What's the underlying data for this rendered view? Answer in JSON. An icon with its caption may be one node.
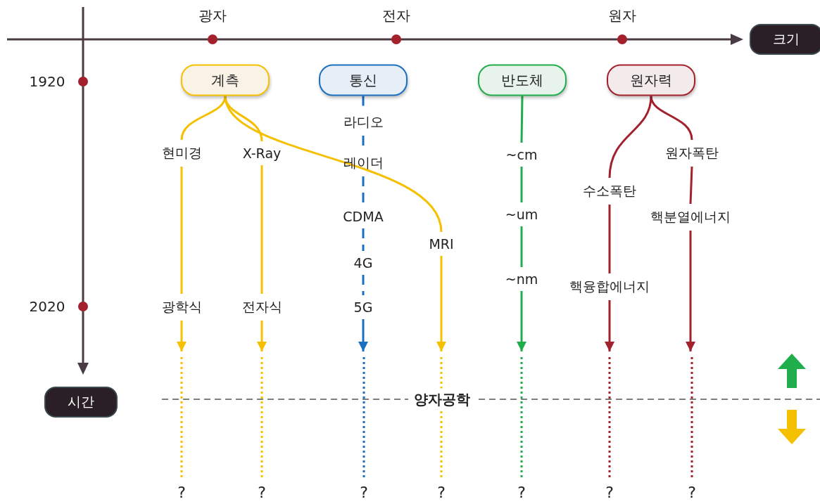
{
  "diagram": {
    "nodes": [
      {
        "text": [
          "크기"
        ]
      },
      {
        "text": [
          "계측"
        ]
      },
      {
        "text": [
          "통신"
        ]
      },
      {
        "text": [
          "반도체"
        ]
      },
      {
        "text": [
          "원자력"
        ]
      },
      {
        "text": [
          "라디오"
        ]
      },
      {
        "text": [
          "현미경"
        ]
      },
      {
        "text": [
          "X-Ray"
        ]
      },
      {
        "text": [
          "~cm"
        ]
      },
      {
        "text": [
          "원자폭탄"
        ]
      },
      {
        "text": [
          "레이더"
        ]
      },
      {
        "text": [
          "수소폭탄"
        ]
      },
      {
        "text": [
          "CDMA"
        ]
      },
      {
        "text": [
          "~um"
        ]
      },
      {
        "text": [
          "핵분열에너지"
        ]
      },
      {
        "text": [
          "MRI"
        ]
      },
      {
        "text": [
          "4G"
        ]
      },
      {
        "text": [
          "~nm"
        ]
      },
      {
        "text": [
          "핵융합에너지"
        ]
      },
      {
        "text": [
          "광학식"
        ]
      },
      {
        "text": [
          "전자식"
        ]
      },
      {
        "text": [
          "5G"
        ]
      },
      {
        "text": [
          "시간"
        ]
      },
      {
        "text": [
          "?"
        ]
      },
      {
        "text": [
          "?"
        ]
      },
      {
        "text": [
          "?"
        ]
      },
      {
        "text": [
          "?"
        ]
      },
      {
        "text": [
          "?"
        ]
      },
      {
        "text": [
          "?"
        ]
      },
      {
        "text": [
          "?"
        ]
      }
    ],
    "edges": [
      {
        "from": 1,
        "to": 6,
        "arrow": "none"
      },
      {
        "from": 6,
        "to": 19,
        "arrow": "none"
      },
      {
        "from": 19,
        "to": null,
        "arrow": "to"
      },
      {
        "from": null,
        "to": 23,
        "arrow": "none",
        "style": "dashed"
      },
      {
        "from": 1,
        "to": 7,
        "arrow": "none"
      },
      {
        "from": 7,
        "to": 20,
        "arrow": "none"
      },
      {
        "from": 20,
        "to": null,
        "arrow": "to"
      },
      {
        "from": null,
        "to": 24,
        "arrow": "none",
        "style": "dashed"
      },
      {
        "from": 1,
        "to": 15,
        "arrow": "none"
      },
      {
        "from": 15,
        "to": null,
        "arrow": "to"
      },
      {
        "from": null,
        "to": 26,
        "arrow": "none",
        "style": "dashed"
      },
      {
        "from": 2,
        "to": 5,
        "arrow": "none",
        "style": "dashed",
        "color": "#1a6fc0"
      },
      {
        "from": 5,
        "to": 10,
        "arrow": "none",
        "style": "dashed",
        "color": "#1a6fc0"
      },
      {
        "from": 10,
        "to": 12,
        "arrow": "none",
        "style": "dashed",
        "color": "#1a6fc0"
      },
      {
        "from": 12,
        "to": 16,
        "arrow": "none",
        "style": "dashed",
        "color": "#1a6fc0"
      },
      {
        "from": 16,
        "to": 21,
        "arrow": "none",
        "style": "dashed",
        "color": "#1a6fc0"
      },
      {
        "from": 21,
        "to": null,
        "arrow": "to",
        "color": "#1a6fc0"
      },
      {
        "from": null,
        "to": 25,
        "arrow": "none",
        "style": "dashed",
        "color": "#1a6fc0"
      },
      {
        "from": 3,
        "to": 8,
        "arrow": "none",
        "color": "#1fae4b"
      },
      {
        "from": 8,
        "to": 13,
        "arrow": "none",
        "color": "#1fae4b"
      },
      {
        "from": 13,
        "to": 17,
        "arrow": "none",
        "color": "#1fae4b"
      },
      {
        "from": 17,
        "to": null,
        "arrow": "to",
        "color": "#1fae4b"
      },
      {
        "from": null,
        "to": 27,
        "arrow": "none",
        "style": "dashed",
        "color": "#1fae4b"
      },
      {
        "from": 4,
        "to": 11,
        "arrow": "none",
        "color": "#a3212d"
      },
      {
        "from": 11,
        "to": 18,
        "arrow": "none",
        "color": "#a3212d"
      },
      {
        "from": 18,
        "to": null,
        "arrow": "to",
        "color": "#a3212d"
      },
      {
        "from": null,
        "to": 28,
        "arrow": "none",
        "style": "dashed",
        "color": "#a3212d"
      },
      {
        "from": 4,
        "to": 9,
        "arrow": "none",
        "color": "#a3212d"
      },
      {
        "from": 9,
        "to": 14,
        "arrow": "none",
        "color": "#a3212d"
      },
      {
        "from": 14,
        "to": null,
        "arrow": "to",
        "color": "#a3212d"
      },
      {
        "from": null,
        "to": 29,
        "arrow": "none",
        "style": "dashed",
        "color": "#a3212d"
      }
    ],
    "labels": [
      "광자",
      "전자",
      "원자",
      "1920",
      "2020",
      "양자공학"
    ]
  }
}
